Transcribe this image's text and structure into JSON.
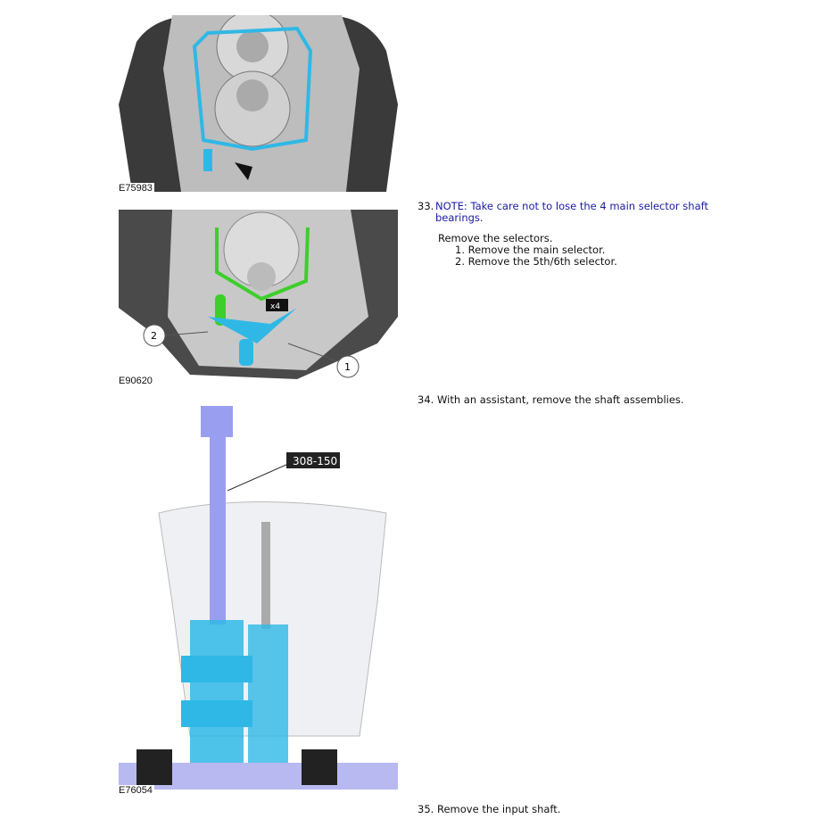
{
  "figures": [
    {
      "id": "E75983"
    },
    {
      "id": "E90620",
      "callouts": [
        "1",
        "2"
      ],
      "badge": "x4"
    },
    {
      "id": "E76054",
      "tool": "308-150"
    }
  ],
  "steps": [
    {
      "number": "33.",
      "note": "NOTE: Take care not to lose the 4 main selector shaft bearings.",
      "text": "Remove the selectors.",
      "items": [
        "1.  Remove the main selector.",
        "2.  Remove the 5th/6th selector."
      ]
    },
    {
      "number": "34.",
      "text": "With an assistant, remove the shaft assemblies."
    },
    {
      "number": "35.",
      "text": "Remove the input shaft."
    }
  ],
  "colors": {
    "note": "#1a1aa0",
    "highlight_cyan": "#2fb8e6",
    "highlight_green": "#3ccf2a",
    "tool": "#9a9ef0"
  }
}
